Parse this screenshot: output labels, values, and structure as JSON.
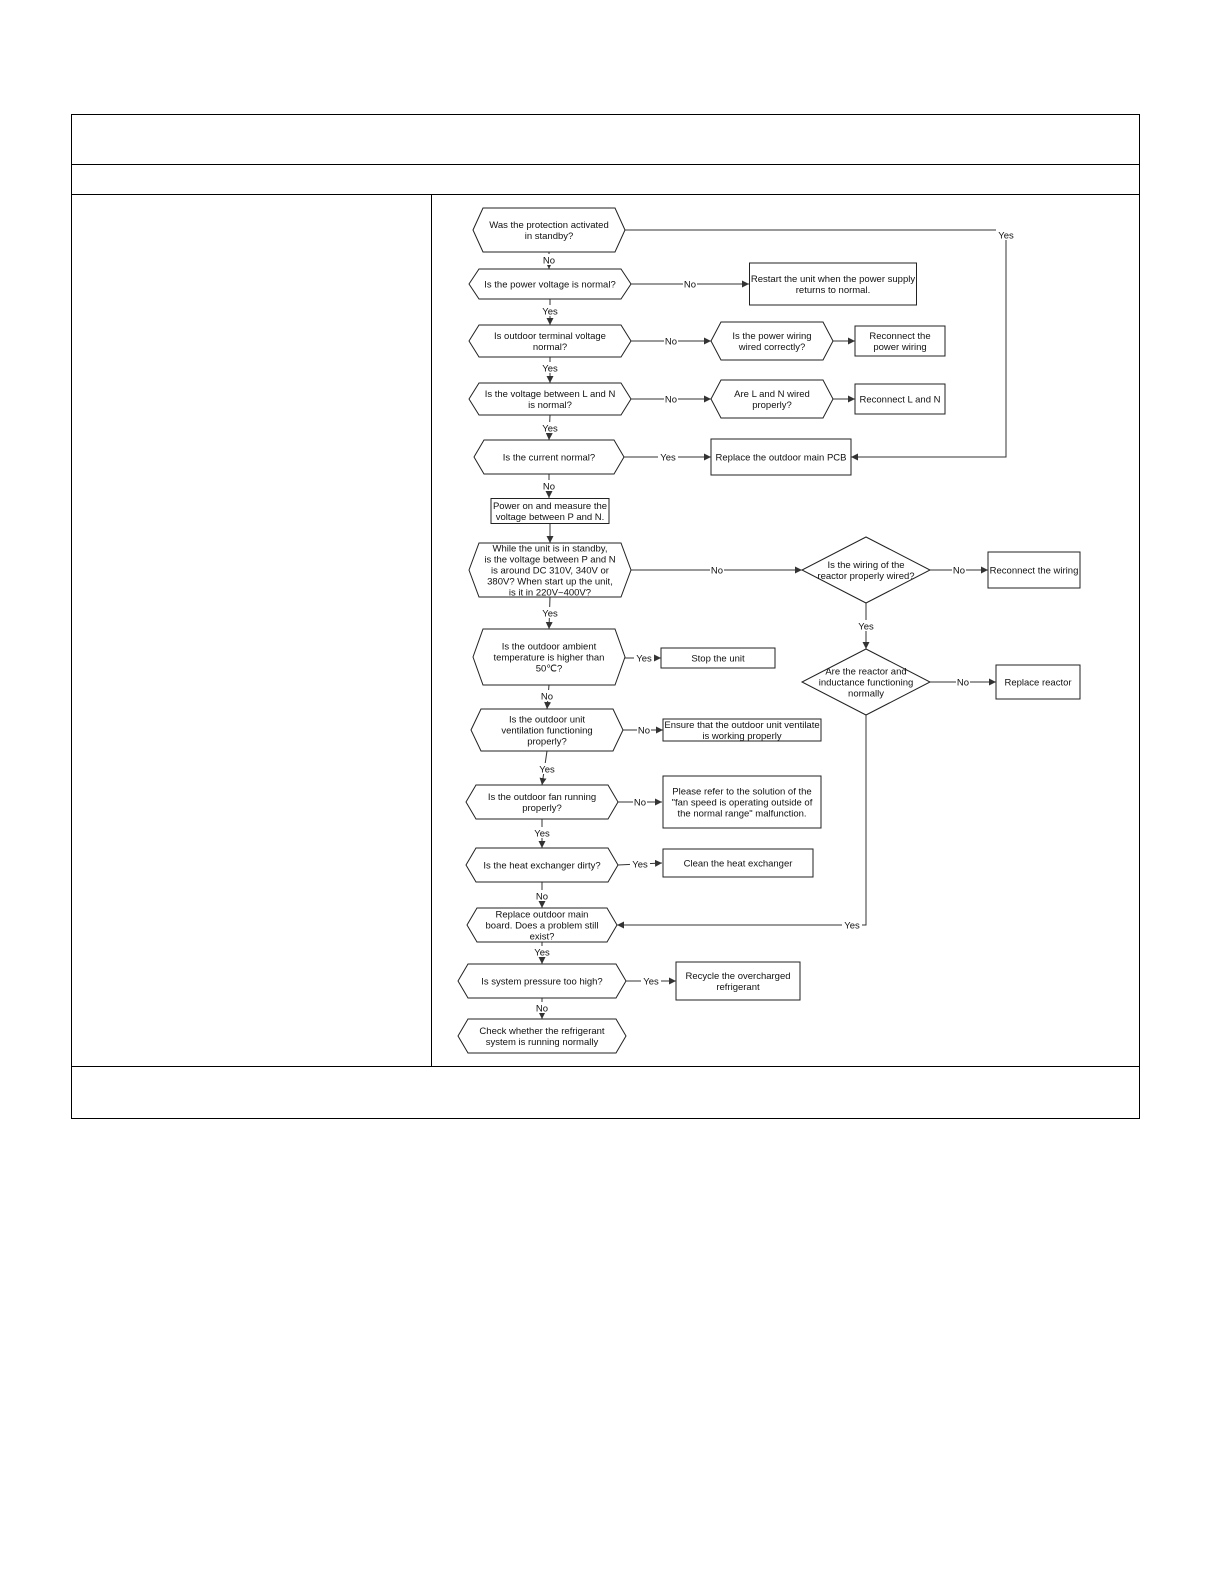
{
  "flowchart": {
    "nodes": {
      "q_standby": [
        "Was the protection activated",
        "in standby?"
      ],
      "q_power": [
        "Is the power voltage is normal?"
      ],
      "a_restart": [
        "Restart the unit when the power supply",
        "returns to normal."
      ],
      "q_terminal": [
        "Is outdoor terminal voltage",
        "normal?"
      ],
      "q_wiring": [
        "Is the power wiring",
        "wired correctly?"
      ],
      "a_reconnect_power": [
        "Reconnect the",
        "power wiring"
      ],
      "q_ln": [
        "Is the voltage between L and N",
        "is normal?"
      ],
      "q_ln_wired": [
        "Are L and N wired",
        "properly?"
      ],
      "a_reconnect_ln": [
        "Reconnect L and N"
      ],
      "q_current": [
        "Is the current normal?"
      ],
      "a_replace_pcb": [
        "Replace the outdoor main PCB"
      ],
      "a_measure": [
        "Power on and measure the",
        "voltage between P and N."
      ],
      "q_pn": [
        "While the unit is in standby,",
        "is the voltage between P and N",
        "is around DC 310V, 340V or",
        "380V?  When start up the unit,",
        "is it in 220V~400V?"
      ],
      "q_reactor_wiring": [
        "Is the wiring of the",
        "reactor properly wired?"
      ],
      "a_reconnect_wiring": [
        "Reconnect the wiring"
      ],
      "q_reactor_func": [
        "Are the reactor and",
        "inductance functioning",
        "normally"
      ],
      "a_replace_reactor": [
        "Replace reactor"
      ],
      "q_ambient": [
        "Is the outdoor ambient",
        "temperature is higher than",
        "50℃?"
      ],
      "a_stop": [
        "Stop the unit"
      ],
      "q_ventilation": [
        "Is the outdoor unit",
        "ventilation functioning",
        "properly?"
      ],
      "a_ventilate": [
        "Ensure that the outdoor unit ventilate",
        "is working properly"
      ],
      "q_fan": [
        "Is the outdoor fan running",
        "properly?"
      ],
      "a_fan_ref": [
        "Please refer to the solution of the",
        "\"fan speed is operating outside of",
        "the normal range\" malfunction."
      ],
      "q_dirty": [
        "Is the heat exchanger dirty?"
      ],
      "a_clean": [
        "Clean the heat exchanger"
      ],
      "q_replace_board": [
        "Replace outdoor main",
        "board. Does a problem still",
        "exist?"
      ],
      "q_pressure": [
        "Is system pressure too high?"
      ],
      "a_recycle": [
        "Recycle the overcharged",
        "refrigerant"
      ],
      "a_check": [
        "Check whether the refrigerant",
        "system is running normally"
      ]
    },
    "edge_labels": {
      "yes": "Yes",
      "no": "No"
    }
  }
}
